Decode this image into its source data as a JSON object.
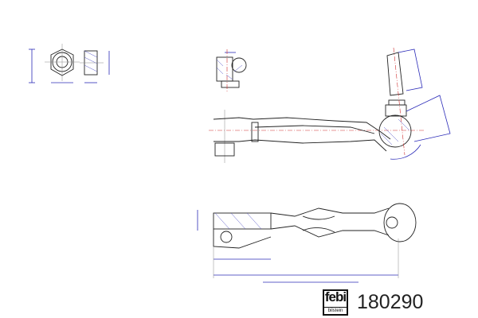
{
  "brand": {
    "logo_word": "febi",
    "logo_sub": "bilstein"
  },
  "part_number": "180290",
  "colors": {
    "line": "#222222",
    "dimension": "#2b2bb8",
    "centerline": "#d03030"
  }
}
